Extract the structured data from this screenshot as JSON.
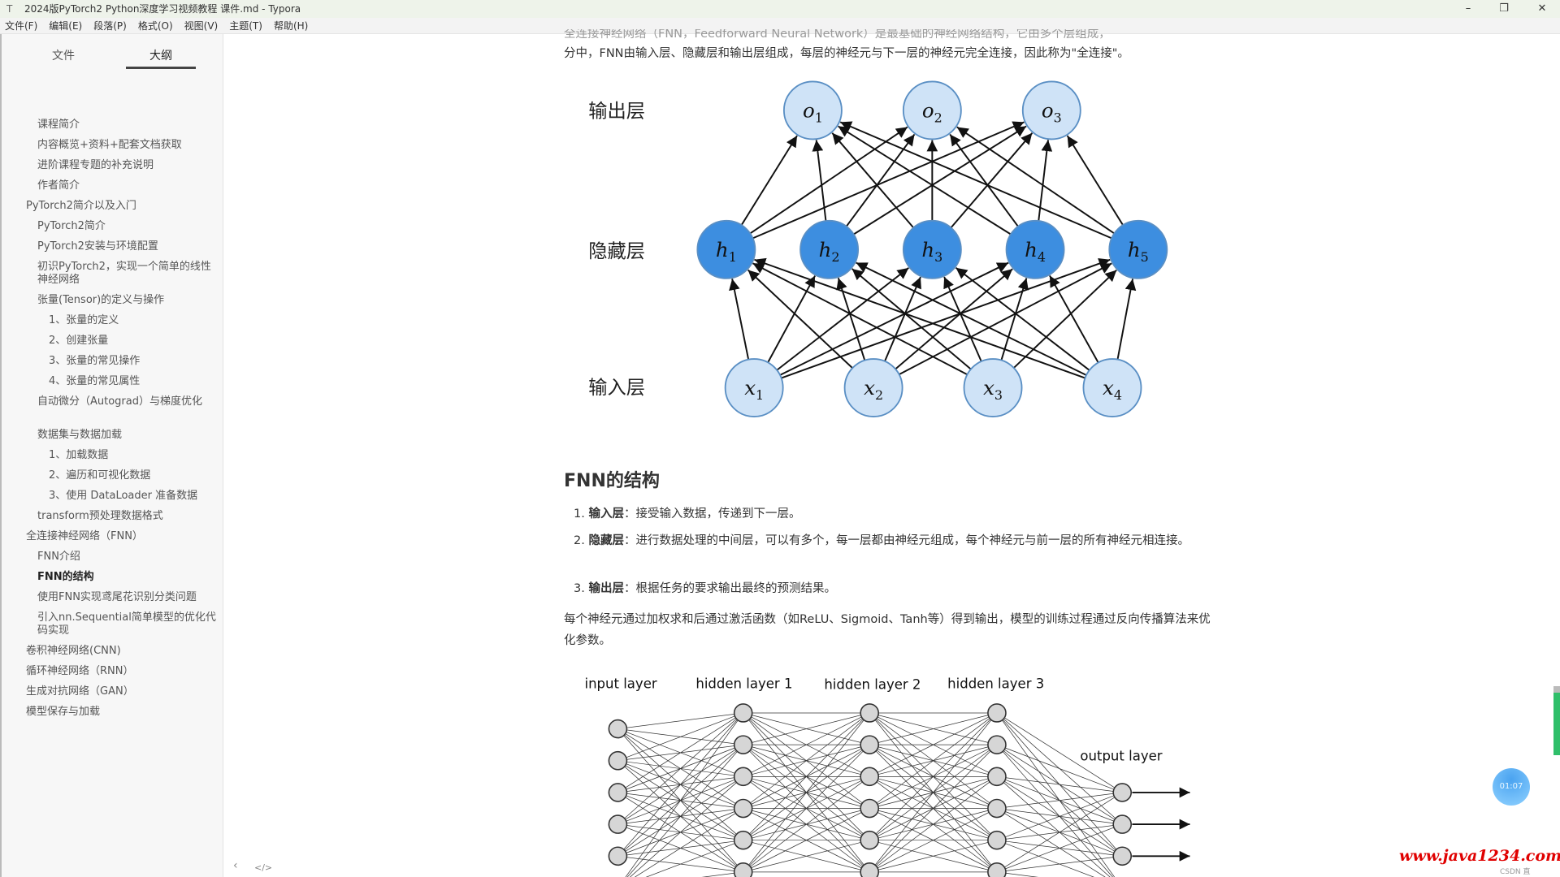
{
  "window": {
    "title": "2024版PyTorch2 Python深度学习视频教程 课件.md - Typora",
    "minimize": "–",
    "maximize": "❐",
    "close": "✕"
  },
  "menu": [
    "文件(F)",
    "编辑(E)",
    "段落(P)",
    "格式(O)",
    "视图(V)",
    "主题(T)",
    "帮助(H)"
  ],
  "sidebar": {
    "tabs": [
      "文件",
      "大纲"
    ],
    "outline": [
      {
        "label": "课程简介",
        "level": 1
      },
      {
        "label": "内容概览+资料+配套文档获取",
        "level": 1
      },
      {
        "label": "进阶课程专题的补充说明",
        "level": 1
      },
      {
        "label": "作者简介",
        "level": 1
      },
      {
        "label": "PyTorch2简介以及入门",
        "level": 0
      },
      {
        "label": "PyTorch2简介",
        "level": 1
      },
      {
        "label": "PyTorch2安装与环境配置",
        "level": 1
      },
      {
        "label": "初识PyTorch2，实现一个简单的线性神经网络",
        "level": 1,
        "wrap": true
      },
      {
        "label": "张量(Tensor)的定义与操作",
        "level": 1
      },
      {
        "label": "1、张量的定义",
        "level": 2
      },
      {
        "label": "2、创建张量",
        "level": 2
      },
      {
        "label": "3、张量的常见操作",
        "level": 2
      },
      {
        "label": "4、张量的常见属性",
        "level": 2
      },
      {
        "label": "自动微分（Autograd）与梯度优化",
        "level": 1,
        "wrap": true
      },
      {
        "label": "数据集与数据加载",
        "level": 1
      },
      {
        "label": "1、加载数据",
        "level": 2
      },
      {
        "label": "2、遍历和可视化数据",
        "level": 2
      },
      {
        "label": "3、使用 DataLoader 准备数据",
        "level": 2
      },
      {
        "label": "transform预处理数据格式",
        "level": 1
      },
      {
        "label": "全连接神经网络（FNN）",
        "level": 0
      },
      {
        "label": "FNN介绍",
        "level": 1
      },
      {
        "label": "FNN的结构",
        "level": 1,
        "active": true
      },
      {
        "label": "使用FNN实现鸢尾花识别分类问题",
        "level": 1
      },
      {
        "label": "引入nn.Sequential简单模型的优化代码实现",
        "level": 1,
        "wrap": true
      },
      {
        "label": "卷积神经网络(CNN)",
        "level": 0
      },
      {
        "label": "循环神经网络（RNN）",
        "level": 0
      },
      {
        "label": "生成对抗网络（GAN）",
        "level": 0
      },
      {
        "label": "模型保存与加载",
        "level": 0
      }
    ]
  },
  "content": {
    "intro_line1": "全连接神经网络（FNN，Feedforward Neural Network）是最基础的神经网络结构，它由多个层组成，",
    "intro_line2": "分中，FNN由输入层、隐藏层和输出层组成，每层的神经元与下一层的神经元完全连接，因此称为\"全连接\"。",
    "diagram1": {
      "layer_labels": [
        "输出层",
        "隐藏层",
        "输入层"
      ],
      "outputs": [
        "o1",
        "o2",
        "o3"
      ],
      "hidden": [
        "h1",
        "h2",
        "h3",
        "h4",
        "h5"
      ],
      "inputs": [
        "x1",
        "x2",
        "x3",
        "x4"
      ],
      "node_fill_light": "#cfe3f7",
      "node_fill_dark": "#3d8ee0"
    },
    "heading": "FNN的结构",
    "list": [
      {
        "num": "1.",
        "term": "输入层",
        "text": "：接受输入数据，传递到下一层。"
      },
      {
        "num": "2.",
        "term": "隐藏层",
        "text": "：进行数据处理的中间层，可以有多个，每一层都由神经元组成，每个神经元与前一层的所有神经元相连接。"
      },
      {
        "num": "3.",
        "term": "输出层",
        "text": "：根据任务的要求输出最终的预测结果。"
      }
    ],
    "paragraph": "每个神经元通过加权求和后通过激活函数（如ReLU、Sigmoid、Tanh等）得到输出，模型的训练过程通过反向传播算法来优化参数。",
    "diagram2": {
      "labels": [
        "input layer",
        "hidden layer 1",
        "hidden layer 2",
        "hidden layer 3",
        "output layer"
      ]
    }
  },
  "footer": {
    "outline_toggle": "‹",
    "source_toggle": "</>",
    "timer": "01:07",
    "status": "CSDN 直"
  },
  "watermark": "www.java1234.com"
}
